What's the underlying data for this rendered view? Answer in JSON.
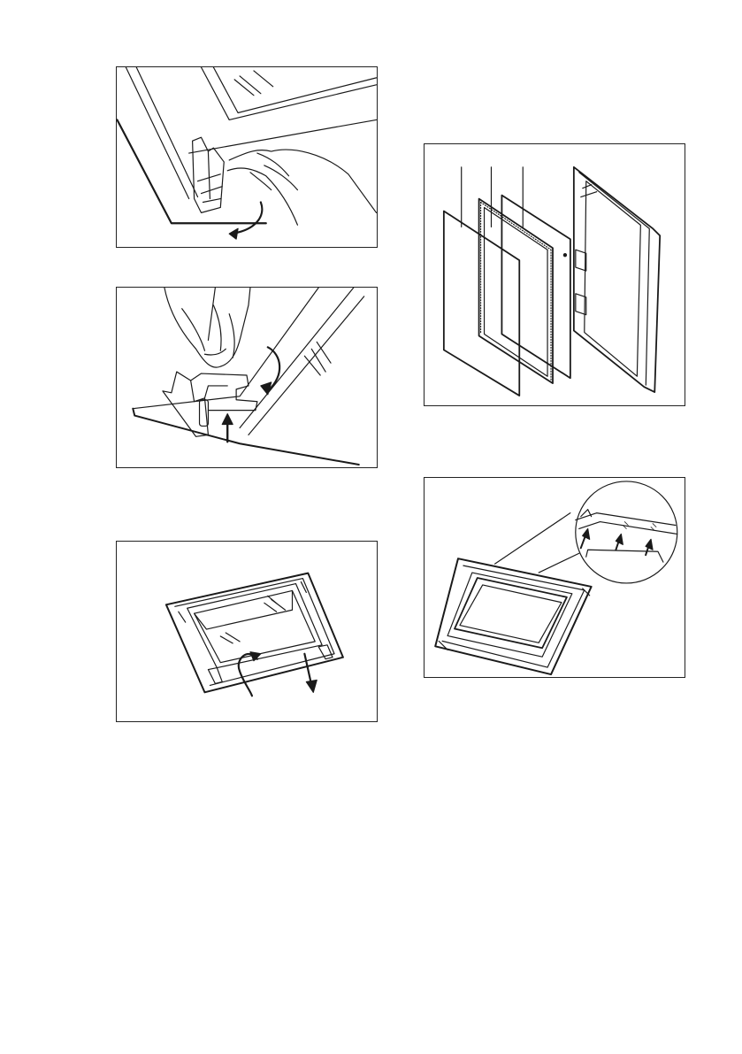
{
  "figures": [
    {
      "id": "fig1",
      "subject": "door-hinge-lever-release"
    },
    {
      "id": "fig2",
      "subject": "door-hinge-lever-lift"
    },
    {
      "id": "fig3",
      "subject": "door-panel-removal"
    },
    {
      "id": "fig4",
      "subject": "door-glass-panels-exploded",
      "callouts": [
        "",
        "",
        ""
      ]
    },
    {
      "id": "fig5",
      "subject": "glass-panel-reinstall-detail"
    }
  ]
}
